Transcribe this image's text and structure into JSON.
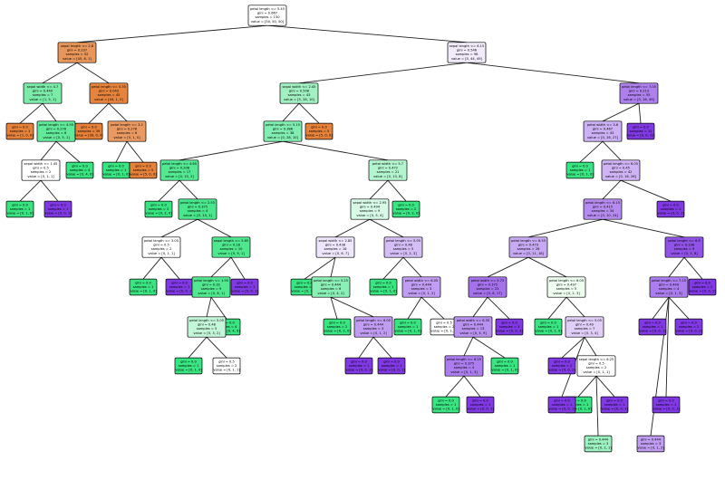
{
  "tree": {
    "title": "",
    "colors": {
      "setosa": "#e58139",
      "versicolor": "#39e581",
      "virginica": "#8139e5",
      "neutral": "#ffffff"
    },
    "nodes": [
      {
        "id": "n0",
        "lines": [
          "petal length <= 5.45",
          "gini = 0.667",
          "samples = 150",
          "value = [50, 50, 50]"
        ],
        "color": "#ffffff"
      },
      {
        "id": "n1",
        "lines": [
          "sepal length <= 2.8",
          "gini = 0.237",
          "samples = 52",
          "value = [45, 6, 1]"
        ],
        "color": "#e9965a"
      },
      {
        "id": "n2",
        "lines": [
          "sepal length <= 6.15",
          "gini = 0.546",
          "samples = 98",
          "value = [5, 44, 49]"
        ],
        "color": "#f1ebfc"
      },
      {
        "id": "n3",
        "lines": [
          "sepal width <= 4.7",
          "gini = 0.449",
          "samples = 7",
          "value = [1, 5, 1]"
        ],
        "color": "#7bebaa"
      },
      {
        "id": "n4",
        "lines": [
          "petal length <= 5.35",
          "gini = 0.043",
          "samples = 45",
          "value = [44, 1, 0]"
        ],
        "color": "#e6843d"
      },
      {
        "id": "n5",
        "lines": [
          "gini = 0.0",
          "samples = 1",
          "value = [1, 0, 0]"
        ],
        "color": "#e58139"
      },
      {
        "id": "n6",
        "lines": [
          "petal length <= 4.95",
          "gini = 0.278",
          "samples = 6",
          "value = [0, 5, 1]"
        ],
        "color": "#61ea9a"
      },
      {
        "id": "n7",
        "lines": [
          "gini = 0.0",
          "samples = 39",
          "value = [39, 0, 0]"
        ],
        "color": "#e58139"
      },
      {
        "id": "n8",
        "lines": [
          "petal length <= 3.2",
          "gini = 0.278",
          "samples = 6",
          "value = [5, 1, 0]"
        ],
        "color": "#ea9a61"
      },
      {
        "id": "n9",
        "lines": [
          "sepal width <= 1.45",
          "gini = 0.5",
          "samples = 2",
          "value = [0, 1, 1]"
        ],
        "color": "#ffffff"
      },
      {
        "id": "n10",
        "lines": [
          "gini = 0.0",
          "samples = 4",
          "value = [0, 4, 0]"
        ],
        "color": "#39e581"
      },
      {
        "id": "n11",
        "lines": [
          "gini = 0.0",
          "samples = 1",
          "value = [0, 1, 0]"
        ],
        "color": "#39e581"
      },
      {
        "id": "n12",
        "lines": [
          "gini = 0.0",
          "samples = 5",
          "value = [5, 0, 0]"
        ],
        "color": "#e58139"
      },
      {
        "id": "n13",
        "lines": [
          "gini = 0.0",
          "samples = 1",
          "value = [0, 1, 0]"
        ],
        "color": "#39e581"
      },
      {
        "id": "n14",
        "lines": [
          "gini = 0.0",
          "samples = 1",
          "value = [0, 0, 1]"
        ],
        "color": "#8139e5"
      },
      {
        "id": "n15",
        "lines": [
          "sepal width <= 2.45",
          "gini = 0.508",
          "samples = 43",
          "value = [5, 28, 10]"
        ],
        "color": "#a1f0c2"
      },
      {
        "id": "n16",
        "lines": [
          "petal length <= 7.05",
          "gini = 0.213",
          "samples = 55",
          "value = [0, 16, 49]"
        ],
        "color": "#ad80ee"
      },
      {
        "id": "n17",
        "lines": [
          "petal length <= 5.15",
          "gini = 0.388",
          "samples = 38",
          "value = [0, 28, 10]"
        ],
        "color": "#80eeb0"
      },
      {
        "id": "n18",
        "lines": [
          "gini = 0.0",
          "samples = 5",
          "value = [5, 0, 0]"
        ],
        "color": "#e58139"
      },
      {
        "id": "n19",
        "lines": [
          "petal width <= 3.6",
          "gini = 0.467",
          "samples = 43",
          "value = [0, 16, 27]"
        ],
        "color": "#ccb0f4"
      },
      {
        "id": "n20",
        "lines": [
          "gini = 0.0",
          "samples = 12",
          "value = [0, 0, 12]"
        ],
        "color": "#8139e5"
      },
      {
        "id": "n21",
        "lines": [
          "petal length <= 4.65",
          "gini = 0.208",
          "samples = 17",
          "value = [0, 15, 2]"
        ],
        "color": "#53e891"
      },
      {
        "id": "n22",
        "lines": [
          "petal width <= 5.7",
          "gini = 0.472",
          "samples = 21",
          "value = [0, 13, 8]"
        ],
        "color": "#b3f5cf"
      },
      {
        "id": "n23",
        "lines": [
          "gini = 0.0",
          "samples = 1",
          "value = [0, 1, 0]"
        ],
        "color": "#39e581"
      },
      {
        "id": "n24",
        "lines": [
          "petal length <= 6.05",
          "gini = 0.45",
          "samples = 42",
          "value = [0, 16, 26]"
        ],
        "color": "#cfb3f5"
      },
      {
        "id": "n25",
        "lines": [
          "gini = 0.0",
          "samples = 1",
          "value = [0, 0, 1]"
        ],
        "color": "#8139e5"
      },
      {
        "id": "n26",
        "lines": [
          "gini = 0.0",
          "samples = 2",
          "value = [0, 2, 0]"
        ],
        "color": "#39e581"
      },
      {
        "id": "n27",
        "lines": [
          "petal length <= 2.55",
          "gini = 0.375",
          "samples = 4",
          "value = [0, 13, 1]"
        ],
        "color": "#4ae68c"
      },
      {
        "id": "n28",
        "lines": [
          "sepal width <= 2.95",
          "gini = 0.494",
          "samples = 9",
          "value = [0, 5, 4]"
        ],
        "color": "#d7fae6"
      },
      {
        "id": "n29",
        "lines": [
          "gini = 0.0",
          "samples = 2",
          "value = [0, 2, 0]"
        ],
        "color": "#39e581"
      },
      {
        "id": "n30",
        "lines": [
          "gini = 0.0",
          "samples = 1",
          "value = [0, 1, 0]"
        ],
        "color": "#39e581"
      },
      {
        "id": "n31",
        "lines": [
          "petal length <= 6.15",
          "gini = 0.415",
          "samples = 34",
          "value = [0, 10, 24]"
        ],
        "color": "#b68bf0"
      },
      {
        "id": "n32",
        "lines": [
          "gini = 0.0",
          "samples = 4",
          "value = [0, 4, 0]"
        ],
        "color": "#39e581"
      },
      {
        "id": "n33",
        "lines": [
          "petal length <= 3.05",
          "gini = 0.5",
          "samples = 2",
          "value = [0, 1, 1]"
        ],
        "color": "#ffffff"
      },
      {
        "id": "n34",
        "lines": [
          "sepal length <= 5.65",
          "gini = 0.18",
          "samples = 10",
          "value = [0, 9, 1]"
        ],
        "color": "#4fe88f"
      },
      {
        "id": "n35",
        "lines": [
          "sepal width <= 2.85",
          "gini = 0.438",
          "samples = 16",
          "value = [0, 6, 7]"
        ],
        "color": "#eee6fc"
      },
      {
        "id": "n36",
        "lines": [
          "petal length <= 5.95",
          "gini = 0.48",
          "samples = 5",
          "value = [0, 2, 3]"
        ],
        "color": "#d5bdf6"
      },
      {
        "id": "n37",
        "lines": [
          "petal length <= 6.55",
          "gini = 0.473",
          "samples = 28",
          "value = [0, 11, 18]"
        ],
        "color": "#c8a9f4"
      },
      {
        "id": "n38",
        "lines": [
          "petal length <= 6.9",
          "gini = 0.198",
          "samples = 9",
          "value = [0, 1, 8]"
        ],
        "color": "#9152e8"
      },
      {
        "id": "n39",
        "lines": [
          "gini = 0.0",
          "samples = 1",
          "value = [0, 1, 0]"
        ],
        "color": "#39e581"
      },
      {
        "id": "n40",
        "lines": [
          "gini = 0.0",
          "samples = 1",
          "value = [0, 0, 1]"
        ],
        "color": "#8139e5"
      },
      {
        "id": "n41",
        "lines": [
          "gini = 0.0",
          "samples = 1",
          "value = [0, 0, 1]"
        ],
        "color": "#8139e5"
      },
      {
        "id": "n42",
        "lines": [
          "petal length <= 1.95",
          "gini = 0.32",
          "samples = 9",
          "value = [0, 8, 1]"
        ],
        "color": "#52e890"
      },
      {
        "id": "n43",
        "lines": [
          "gini = 0.0",
          "samples = 1",
          "value = [0, 1, 0]"
        ],
        "color": "#39e581"
      },
      {
        "id": "n44",
        "lines": [
          "petal length <= 5.25",
          "gini = 0.444",
          "samples = 6",
          "value = [0, 4, 2]"
        ],
        "color": "#8bf0b5"
      },
      {
        "id": "n45",
        "lines": [
          "gini = 0.0",
          "samples = 1",
          "value = [0, 1, 0]"
        ],
        "color": "#39e581"
      },
      {
        "id": "n46",
        "lines": [
          "petal width <= 6.05",
          "gini = 0.444",
          "samples = 3",
          "value = [0, 1, 2]"
        ],
        "color": "#c09cf2"
      },
      {
        "id": "n47",
        "lines": [
          "petal length <= 6.05",
          "gini = 0.444",
          "samples = 3",
          "value = [0, 1, 2]"
        ],
        "color": "#c09cf2"
      },
      {
        "id": "n48",
        "lines": [
          "petal width <= 5.75",
          "gini = 0.375",
          "samples = 23",
          "value = [0, 6, 17]"
        ],
        "color": "#a572ec"
      },
      {
        "id": "n49",
        "lines": [
          "petal length <= 6.05",
          "gini = 0.497",
          "samples = 5",
          "value = [0, 2, 3]"
        ],
        "color": "#eeffef"
      },
      {
        "id": "n50",
        "lines": [
          "petal length <= 7.15",
          "gini = 0.449",
          "samples = 4",
          "value = [0, 1, 3]"
        ],
        "color": "#ab7dee"
      },
      {
        "id": "n51",
        "lines": [
          "gini = 0.0",
          "samples = 4",
          "value = [0, 4, 0]"
        ],
        "color": "#39e581"
      },
      {
        "id": "n52",
        "lines": [
          "gini = 0.0",
          "samples = 2",
          "value = [0, 0, 2]"
        ],
        "color": "#8139e5"
      },
      {
        "id": "n53",
        "lines": [
          "gini = 0.0",
          "samples = 2",
          "value = [0, 2, 0]"
        ],
        "color": "#39e581"
      },
      {
        "id": "n54",
        "lines": [
          "gini = 0.0",
          "samples = 1",
          "value = [0, 1, 0]"
        ],
        "color": "#39e581"
      },
      {
        "id": "n55",
        "lines": [
          "gini = 0.5",
          "samples = 2",
          "value = [0, 1, 1]"
        ],
        "color": "#ffffff"
      },
      {
        "id": "n56",
        "lines": [
          "gini = 0.0",
          "samples = 1",
          "value = [0, 0, 1]"
        ],
        "color": "#8139e5"
      },
      {
        "id": "n57",
        "lines": [
          "gini = 0.0",
          "samples = 1",
          "value = [0, 0, 1]"
        ],
        "color": "#8139e5"
      },
      {
        "id": "n58",
        "lines": [
          "petal width <= 6.35",
          "gini = 0.444",
          "samples = 13",
          "value = [0, 4, 9]"
        ],
        "color": "#b991f1"
      },
      {
        "id": "n59",
        "lines": [
          "gini = 0.0",
          "samples = 3",
          "value = [0, 0, 3]"
        ],
        "color": "#8139e5"
      },
      {
        "id": "n60",
        "lines": [
          "petal length <= 5.05",
          "gini = 0.49",
          "samples = 7",
          "value = [0, 3, 4]"
        ],
        "color": "#e0cef8"
      },
      {
        "id": "n61",
        "lines": [
          "gini = 0.0",
          "samples = 1",
          "value = [0, 1, 0]"
        ],
        "color": "#39e581"
      },
      {
        "id": "n62",
        "lines": [
          "gini = 0.0",
          "samples = 2",
          "value = [0, 0, 2]"
        ],
        "color": "#8139e5"
      },
      {
        "id": "n63",
        "lines": [
          "petal length <= 6.25",
          "gini = 0.375",
          "samples = 4",
          "value = [0, 1, 3]"
        ],
        "color": "#ab7dee"
      },
      {
        "id": "n64",
        "lines": [
          "gini = 0.0",
          "samples = 1",
          "value = [0, 1, 0]"
        ],
        "color": "#39e581"
      },
      {
        "id": "n65",
        "lines": [
          "sepal length <= 6.25",
          "gini = 0.5",
          "samples = 2",
          "value = [0, 1, 1]"
        ],
        "color": "#ffffff"
      },
      {
        "id": "n66",
        "lines": [
          "gini = 0.0",
          "samples = 2",
          "value = [0, 0, 2]"
        ],
        "color": "#8139e5"
      },
      {
        "id": "n67",
        "lines": [
          "gini = 0.0",
          "samples = 1",
          "value = [0, 1, 0]"
        ],
        "color": "#39e581"
      },
      {
        "id": "n68",
        "lines": [
          "gini = 0.0",
          "samples = 1",
          "value = [0, 0, 1]"
        ],
        "color": "#8139e5"
      },
      {
        "id": "n69",
        "lines": [
          "gini = 0.0",
          "samples = 1",
          "value = [0, 1, 0]"
        ],
        "color": "#39e581"
      },
      {
        "id": "n70",
        "lines": [
          "gini = 0.0",
          "samples = 1",
          "value = [0, 0, 1]"
        ],
        "color": "#8139e5"
      },
      {
        "id": "n71",
        "lines": [
          "gini = 0.0",
          "samples = 1",
          "value = [0, 1, 0]"
        ],
        "color": "#39e581"
      },
      {
        "id": "n72",
        "lines": [
          "petal length <= 5.05",
          "gini = 0.48",
          "samples = 5",
          "value = [0, 3, 2]"
        ],
        "color": "#c4f7d9"
      },
      {
        "id": "n73",
        "lines": [
          "gini = 0.0",
          "samples = 1",
          "value = [0, 0, 1]"
        ],
        "color": "#8139e5"
      },
      {
        "id": "n74",
        "lines": [
          "gini = 0.5",
          "samples = 2",
          "value = [0, 1, 1]"
        ],
        "color": "#ffffff"
      },
      {
        "id": "n75",
        "lines": [
          "gini = 0.444",
          "samples = 3",
          "value = [0, 2, 1]"
        ],
        "color": "#9cf2c0"
      },
      {
        "id": "n76",
        "lines": [
          "gini = 0.0",
          "samples = 1",
          "value = [0, 0, 1]"
        ],
        "color": "#8139e5"
      },
      {
        "id": "n77",
        "lines": [
          "gini = 0.444",
          "samples = 3",
          "value = [0, 1, 2]"
        ],
        "color": "#c09cf2"
      },
      {
        "id": "n78",
        "lines": [
          "gini = 0.0",
          "samples = 1",
          "value = [0, 0, 1]"
        ],
        "color": "#8139e5"
      }
    ],
    "edges": [
      [
        "n0",
        "n1"
      ],
      [
        "n0",
        "n2"
      ],
      [
        "n1",
        "n3"
      ],
      [
        "n1",
        "n4"
      ],
      [
        "n3",
        "n5"
      ],
      [
        "n3",
        "n6"
      ],
      [
        "n4",
        "n7"
      ],
      [
        "n4",
        "n8"
      ],
      [
        "n6",
        "n9"
      ],
      [
        "n6",
        "n10"
      ],
      [
        "n8",
        "n11"
      ],
      [
        "n8",
        "n12"
      ],
      [
        "n9",
        "n13"
      ],
      [
        "n9",
        "n14"
      ],
      [
        "n2",
        "n15"
      ],
      [
        "n2",
        "n16"
      ],
      [
        "n15",
        "n17"
      ],
      [
        "n15",
        "n18"
      ],
      [
        "n16",
        "n19"
      ],
      [
        "n16",
        "n20"
      ],
      [
        "n17",
        "n21"
      ],
      [
        "n17",
        "n22"
      ],
      [
        "n19",
        "n23"
      ],
      [
        "n19",
        "n24"
      ],
      [
        "n21",
        "n26"
      ],
      [
        "n21",
        "n27"
      ],
      [
        "n22",
        "n28"
      ],
      [
        "n22",
        "n29"
      ],
      [
        "n24",
        "n31"
      ],
      [
        "n24",
        "n25"
      ],
      [
        "n27",
        "n33"
      ],
      [
        "n27",
        "n34"
      ],
      [
        "n28",
        "n35"
      ],
      [
        "n28",
        "n36"
      ],
      [
        "n31",
        "n37"
      ],
      [
        "n31",
        "n38"
      ],
      [
        "n33",
        "n39"
      ],
      [
        "n33",
        "n40"
      ],
      [
        "n34",
        "n42"
      ],
      [
        "n34",
        "n41"
      ],
      [
        "n35",
        "n44"
      ],
      [
        "n35",
        "n43"
      ],
      [
        "n36",
        "n45"
      ],
      [
        "n36",
        "n46"
      ],
      [
        "n37",
        "n48"
      ],
      [
        "n37",
        "n49"
      ],
      [
        "n38",
        "n50"
      ],
      [
        "n38",
        "n52"
      ],
      [
        "n42",
        "n72"
      ],
      [
        "n42",
        "n51"
      ],
      [
        "n44",
        "n53"
      ],
      [
        "n44",
        "n47"
      ],
      [
        "n46",
        "n54"
      ],
      [
        "n46",
        "n55"
      ],
      [
        "n47",
        "n56"
      ],
      [
        "n47",
        "n57"
      ],
      [
        "n48",
        "n58"
      ],
      [
        "n48",
        "n59"
      ],
      [
        "n49",
        "n61"
      ],
      [
        "n49",
        "n60"
      ],
      [
        "n50",
        "n73"
      ],
      [
        "n50",
        "n62"
      ],
      [
        "n58",
        "n63"
      ],
      [
        "n58",
        "n64"
      ],
      [
        "n60",
        "n66"
      ],
      [
        "n60",
        "n65"
      ],
      [
        "n63",
        "n67"
      ],
      [
        "n63",
        "n68"
      ],
      [
        "n65",
        "n69"
      ],
      [
        "n65",
        "n70"
      ],
      [
        "n72",
        "n71"
      ],
      [
        "n72",
        "n74"
      ],
      [
        "n65",
        "n75"
      ],
      [
        "n60",
        "n76"
      ],
      [
        "n50",
        "n77"
      ],
      [
        "n50",
        "n78"
      ]
    ]
  }
}
